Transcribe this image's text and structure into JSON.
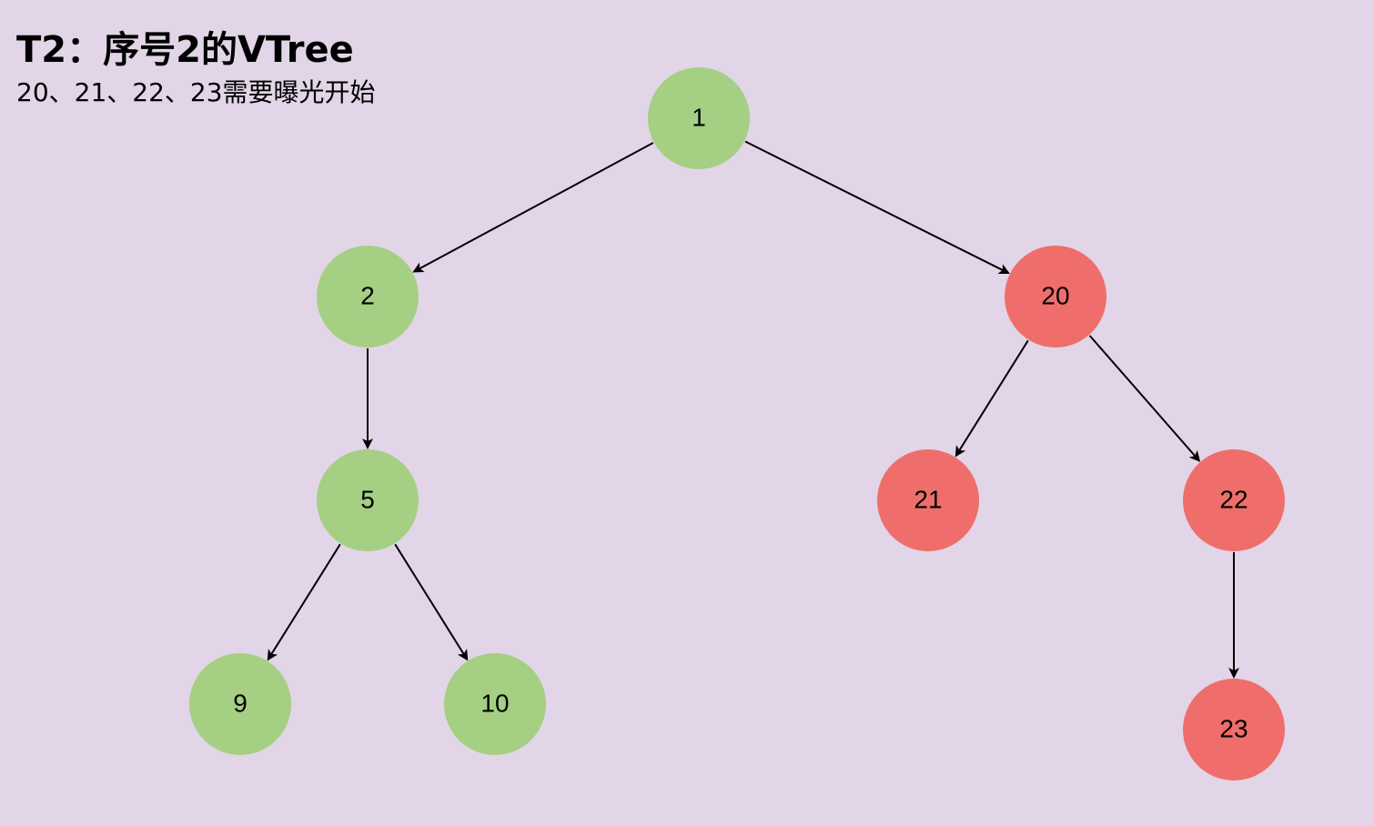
{
  "title": "T2：序号2的VTree",
  "subtitle": "20、21、22、23需要曝光开始",
  "colors": {
    "background": "#e1d5e7",
    "normal_node": "#a5cf83",
    "exposure_node": "#ef6e6b",
    "edge": "#000000"
  },
  "nodes": [
    {
      "id": "n1",
      "label": "1",
      "status": "normal"
    },
    {
      "id": "n2",
      "label": "2",
      "status": "normal"
    },
    {
      "id": "n20",
      "label": "20",
      "status": "exposure"
    },
    {
      "id": "n5",
      "label": "5",
      "status": "normal"
    },
    {
      "id": "n21",
      "label": "21",
      "status": "exposure"
    },
    {
      "id": "n22",
      "label": "22",
      "status": "exposure"
    },
    {
      "id": "n9",
      "label": "9",
      "status": "normal"
    },
    {
      "id": "n10",
      "label": "10",
      "status": "normal"
    },
    {
      "id": "n23",
      "label": "23",
      "status": "exposure"
    }
  ],
  "edges": [
    {
      "from": "n1",
      "to": "n2"
    },
    {
      "from": "n1",
      "to": "n20"
    },
    {
      "from": "n2",
      "to": "n5"
    },
    {
      "from": "n20",
      "to": "n21"
    },
    {
      "from": "n20",
      "to": "n22"
    },
    {
      "from": "n5",
      "to": "n9"
    },
    {
      "from": "n5",
      "to": "n10"
    },
    {
      "from": "n22",
      "to": "n23"
    }
  ]
}
